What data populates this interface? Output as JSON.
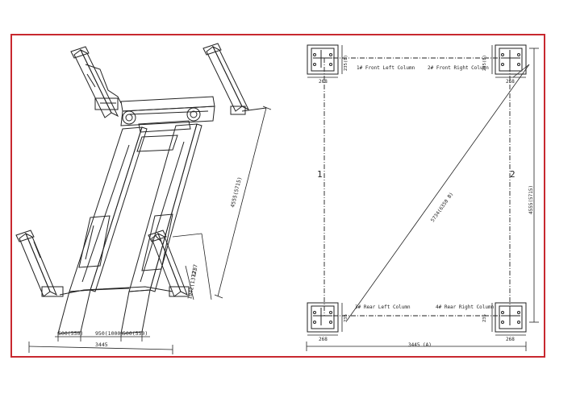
{
  "colors": {
    "frame": "#c8282f",
    "ink": "#222222"
  },
  "iso_view": {
    "dim_overall_length": "4555(5715)",
    "dim_runway_1": "500(550)",
    "dim_gap": "950(1000)",
    "dim_runway_2": "500(550)",
    "dim_total_width": "3445",
    "dim_side_1": "1237",
    "dim_side_2": "1042(1372)"
  },
  "plan_view": {
    "col1_label": "1# Front Left Column",
    "col2_label": "2# Front Right Column",
    "col3_label": "3# Rear Left Column",
    "col4_label": "4# Rear Right Column",
    "side_1": "1",
    "side_2": "2",
    "dim_diagonal": "5734(6350 B)",
    "dim_right": "4555(5715)",
    "dim_bottom": "3445 (A)",
    "base_w_top_left": "268",
    "base_w_top_right": "268",
    "base_w_bot_left": "268",
    "base_w_bot_right": "268",
    "base_h_top_left": "235(B)",
    "base_h_top_right": "235(B)",
    "base_h_bot_left": "235",
    "base_h_bot_right": "235"
  }
}
